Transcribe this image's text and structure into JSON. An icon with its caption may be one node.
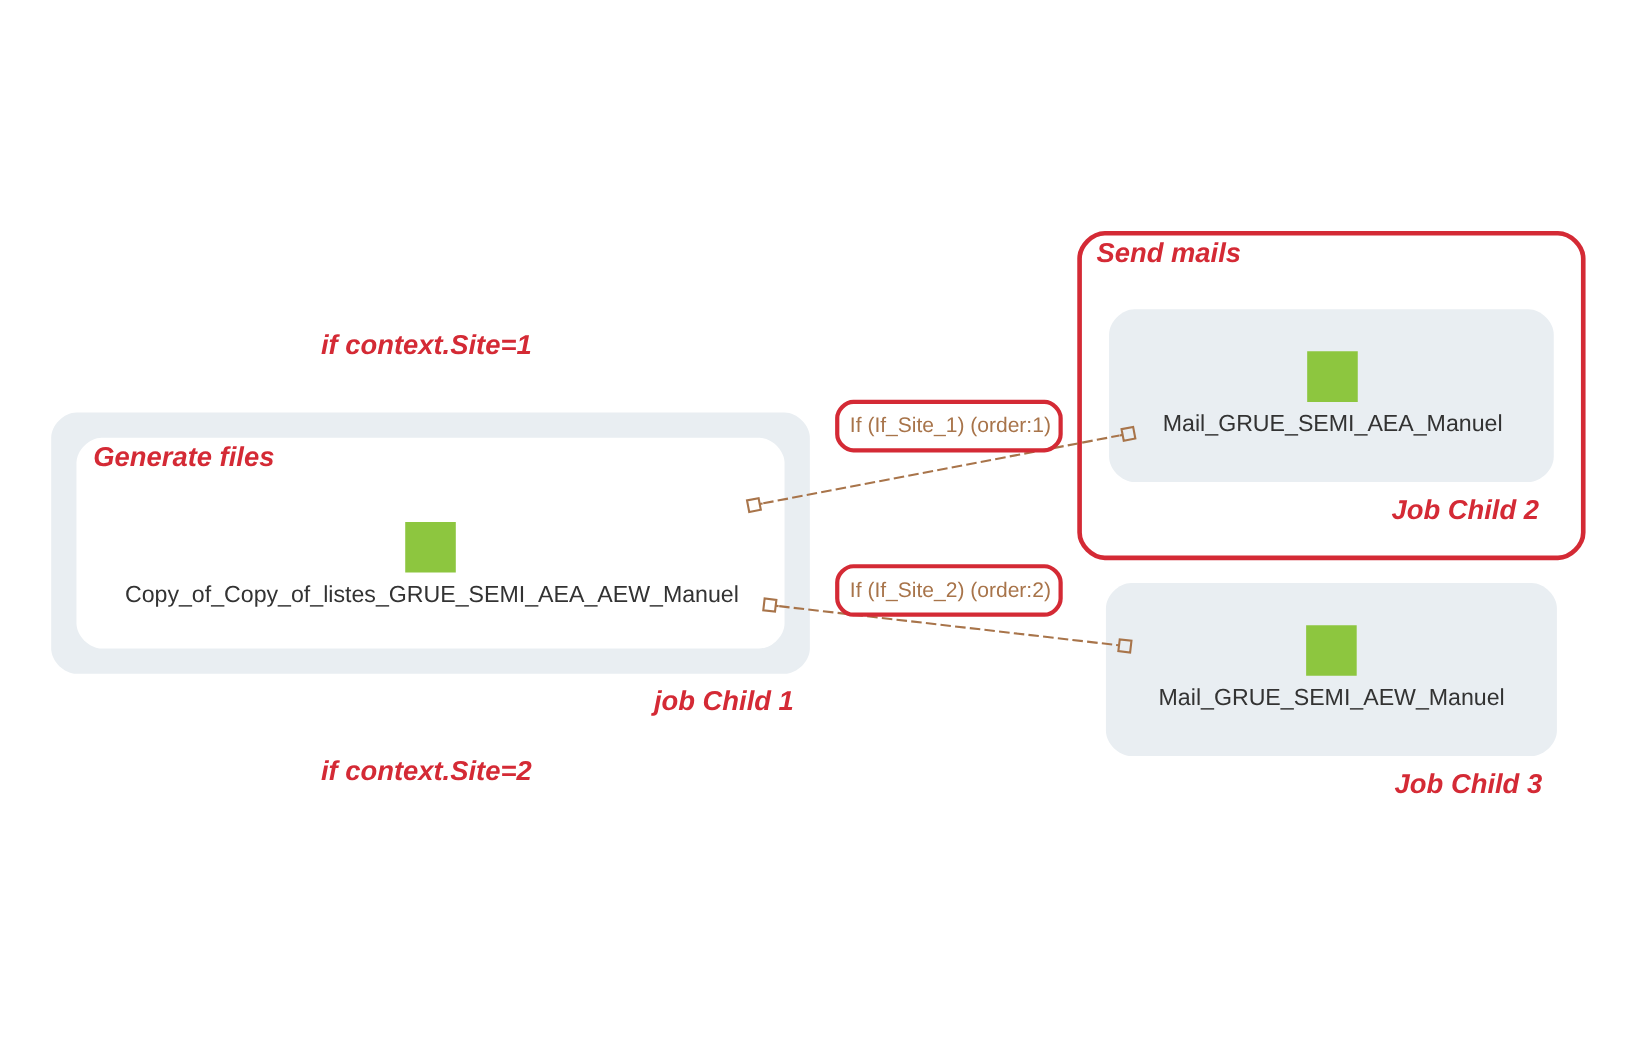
{
  "diagram": {
    "nodes": [
      {
        "text": [],
        "shape": "box",
        "beside": [
          "job Child 1"
        ]
      },
      {
        "text": [
          "Generate files"
        ],
        "in": 0
      },
      {
        "text": [
          "Copy_of_Copy_of_listes_GRUE_SEMI_AEA_AEW_Manuel"
        ],
        "in": 1
      },
      {
        "text": [
          "Send mails"
        ]
      },
      {
        "text": [],
        "shape": "box",
        "in": 3,
        "beside": [
          "Job Child 2"
        ]
      },
      {
        "text": [
          "Mail_GRUE_SEMI_AEA_Manuel"
        ],
        "in": 4
      },
      {
        "text": [],
        "shape": "box",
        "beside": [
          "Job Child 3"
        ]
      },
      {
        "text": [
          "Mail_GRUE_SEMI_AEW_Manuel"
        ],
        "in": 6
      }
    ],
    "edges": [
      {
        "from": 2,
        "to": 5,
        "arrow": "other",
        "style": "dashed",
        "label": "If (If_Site_1) (order:1)"
      },
      {
        "from": 2,
        "to": 7,
        "arrow": "other",
        "style": "dashed",
        "label": "If (If_Site_2) (order:2)"
      }
    ],
    "labels": [
      "if context.Site=1",
      "if context.Site=2"
    ]
  }
}
